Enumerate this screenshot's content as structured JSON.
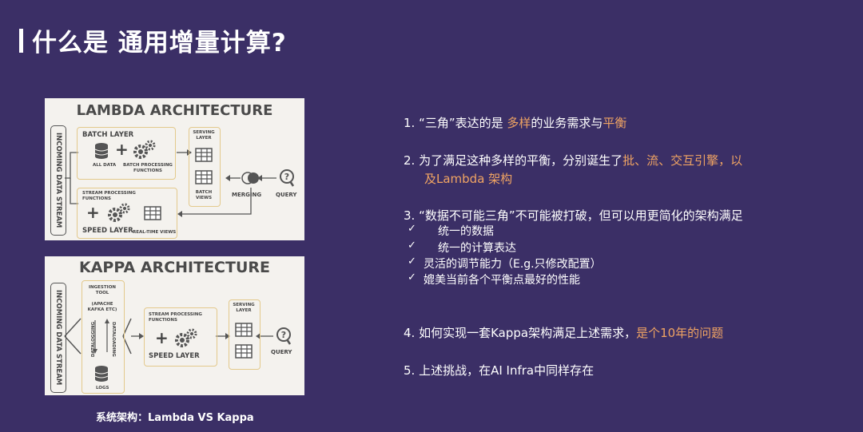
{
  "title": "什么是 通用增量计算?",
  "caption": "系统架构：Lambda VS Kappa",
  "lambda": {
    "title": "LAMBDA ARCHITECTURE",
    "stream": "INCOMING DATA STREAM",
    "batch_layer": "BATCH LAYER",
    "all_data": "ALL DATA",
    "batch_functions": "BATCH PROCESSING FUNCTIONS",
    "serving_layer": "SERVING LAYER",
    "batch_views": "BATCH VIEWS",
    "merging": "MERGING",
    "query": "QUERY",
    "stream_functions": "STREAM PROCESSING FUNCTIONS",
    "speed_layer": "SPEED LAYER",
    "realtime_views": "REAL-TIME VIEWS"
  },
  "kappa": {
    "title": "KAPPA ARCHITECTURE",
    "stream": "INCOMING DATA STREAM",
    "ingestion": "INGESTION TOOL",
    "kafka": "(APACHE KAFKA ETC)",
    "datalogging": "DATALOGGING",
    "dataloading": "DATALOADING",
    "logs": "LOGS",
    "stream_functions": "STREAM PROCESSING FUNCTIONS",
    "speed_layer": "SPEED LAYER",
    "serving_layer": "SERVING LAYER",
    "query": "QUERY"
  },
  "points": {
    "p1_prefix": "1. “三角”表达的是 ",
    "p1_hl": "多样",
    "p1_mid": "的业务需求与",
    "p1_hl2": "平衡",
    "p2_line1": "2. 为了满足这种多样的平衡，分别诞生了",
    "p2_hl1": "批、流、交互引擎，以",
    "p2_hl2": "及Lambda 架构",
    "p3": "3. “数据不可能三角”不可能被打破，但可以用更简化的架构满足",
    "checks": [
      "统一的数据",
      "统一的计算表达",
      "灵活的调节能力（E.g.只修改配置）",
      "媲美当前各个平衡点最好的性能"
    ],
    "check_mark": "✓",
    "p4_prefix": "4. 如何实现一套Kappa架构满足上述需求，",
    "p4_hl": "是个10年的问题",
    "p5": "5. 上述挑战，在AI Infra中同样存在"
  }
}
